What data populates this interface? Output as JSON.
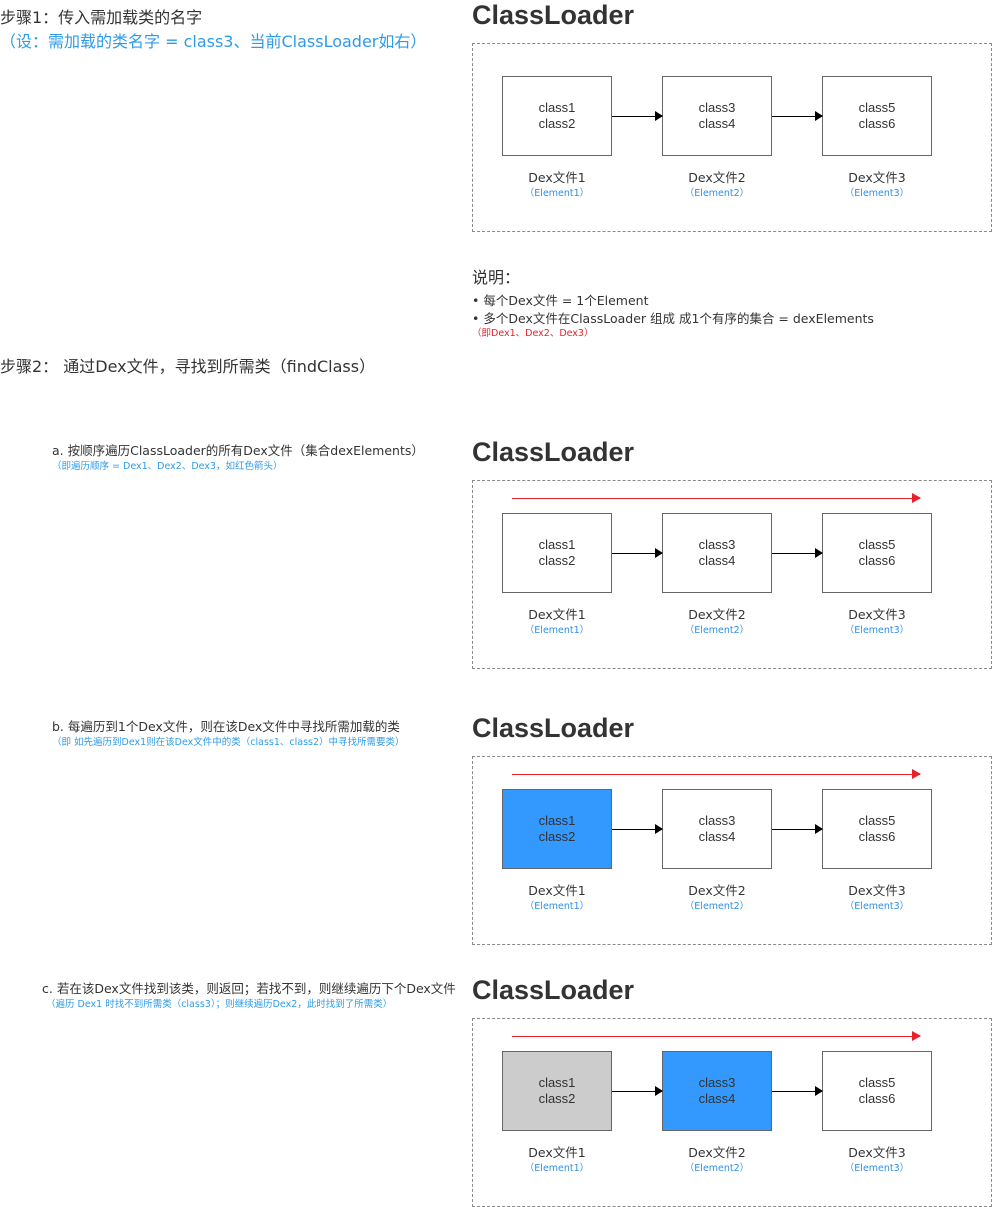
{
  "step1": {
    "title": "步骤1：传入需加载类的名字",
    "subtitle": "（设：需加载的类名字 = class3、当前ClassLoader如右）"
  },
  "step2": {
    "title": "步骤2： 通过Dex文件，寻找到所需类（findClass）"
  },
  "note": {
    "heading": "说明：",
    "line1": "• 每个Dex文件 = 1个Element",
    "line2": "• 多个Dex文件在ClassLoader 组成 成1个有序的集合 = dexElements",
    "line3": "（即Dex1、Dex2、Dex3）"
  },
  "sub_a": {
    "text": "a. 按顺序遍历ClassLoader的所有Dex文件（集合dexElements）",
    "note": "（即遍历顺序 = Dex1、Dex2、Dex3，如红色箭头）"
  },
  "sub_b": {
    "text": "b. 每遍历到1个Dex文件，则在该Dex文件中寻找所需加载的类",
    "note": "（即 如先遍历到Dex1则在该Dex文件中的类（class1、class2）中寻找所需要类）"
  },
  "sub_c": {
    "text": "c. 若在该Dex文件找到该类，则返回；若找不到，则继续遍历下个Dex文件",
    "note": "（遍历 Dex1 时找不到所需类（class3）；则继续遍历Dex2，此时找到了所需类）"
  },
  "colors": {
    "found": "#3399ff",
    "searched": "#cccccc",
    "order_arrow": "#e8202a"
  },
  "diagrams": [
    {
      "title": "ClassLoader",
      "boxes": [
        {
          "line1": "class1",
          "line2": "class2",
          "label": "Dex文件1",
          "element": "（Element1）",
          "state": "none"
        },
        {
          "line1": "class3",
          "line2": "class4",
          "label": "Dex文件2",
          "element": "（Element2）",
          "state": "none"
        },
        {
          "line1": "class5",
          "line2": "class6",
          "label": "Dex文件3",
          "element": "（Element3）",
          "state": "none"
        }
      ]
    },
    {
      "title": "ClassLoader",
      "boxes": [
        {
          "line1": "class1",
          "line2": "class2",
          "label": "Dex文件1",
          "element": "（Element1）",
          "state": "none"
        },
        {
          "line1": "class3",
          "line2": "class4",
          "label": "Dex文件2",
          "element": "（Element2）",
          "state": "none"
        },
        {
          "line1": "class5",
          "line2": "class6",
          "label": "Dex文件3",
          "element": "（Element3）",
          "state": "none"
        }
      ]
    },
    {
      "title": "ClassLoader",
      "boxes": [
        {
          "line1": "class1",
          "line2": "class2",
          "label": "Dex文件1",
          "element": "（Element1）",
          "state": "found"
        },
        {
          "line1": "class3",
          "line2": "class4",
          "label": "Dex文件2",
          "element": "（Element2）",
          "state": "none"
        },
        {
          "line1": "class5",
          "line2": "class6",
          "label": "Dex文件3",
          "element": "（Element3）",
          "state": "none"
        }
      ]
    },
    {
      "title": "ClassLoader",
      "boxes": [
        {
          "line1": "class1",
          "line2": "class2",
          "label": "Dex文件1",
          "element": "（Element1）",
          "state": "searched"
        },
        {
          "line1": "class3",
          "line2": "class4",
          "label": "Dex文件2",
          "element": "（Element2）",
          "state": "found"
        },
        {
          "line1": "class5",
          "line2": "class6",
          "label": "Dex文件3",
          "element": "（Element3）",
          "state": "none"
        }
      ]
    }
  ]
}
